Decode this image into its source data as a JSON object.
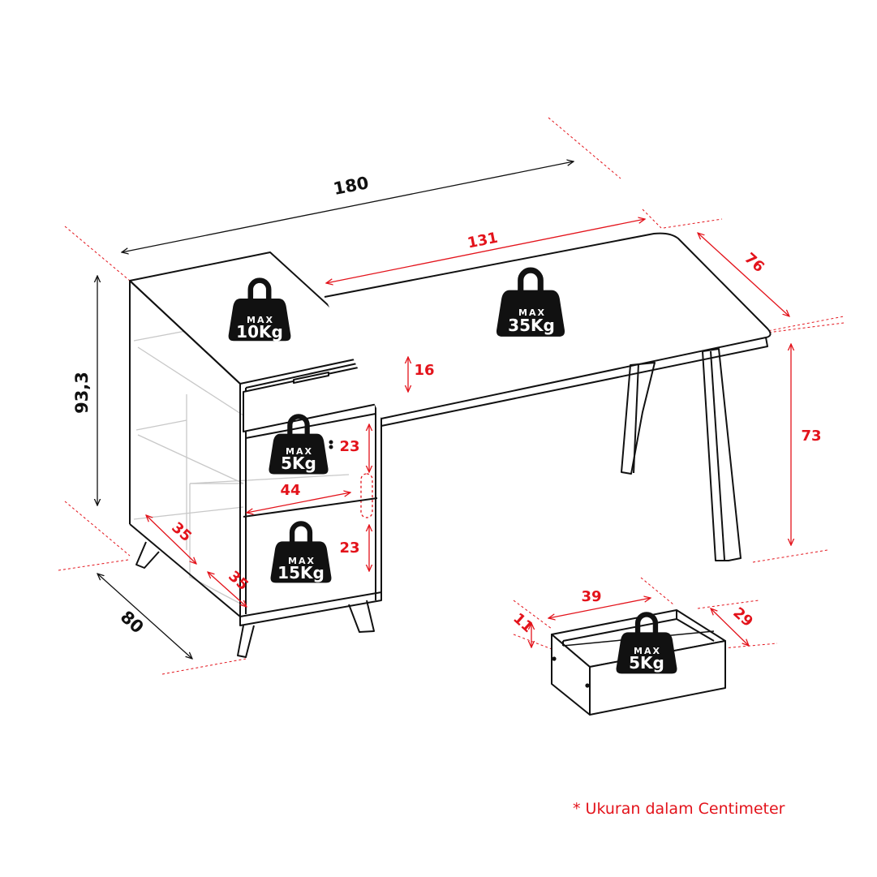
{
  "dimensions": {
    "total_width": "180",
    "total_height": "93,3",
    "cabinet_depth": "80",
    "desktop_width": "131",
    "desktop_depth": "76",
    "desk_height": "73",
    "drawer_height": "16",
    "shelf_upper_height": "23",
    "shelf_lower_height": "23",
    "shelf_width": "44",
    "shelf_depth_upper": "35",
    "shelf_depth_lower": "35",
    "drawer_box_width": "39",
    "drawer_box_depth": "29",
    "drawer_box_height": "11"
  },
  "weights": {
    "max_label": "MAX",
    "cabinet_top": "10Kg",
    "desktop": "35Kg",
    "upper_shelf": "5Kg",
    "lower_shelf": "15Kg",
    "drawer": "5Kg"
  },
  "footnote": "* Ukuran dalam Centimeter",
  "colors": {
    "line": "#111111",
    "accent": "#e3131b",
    "hidden_line": "#c8c8c8"
  }
}
